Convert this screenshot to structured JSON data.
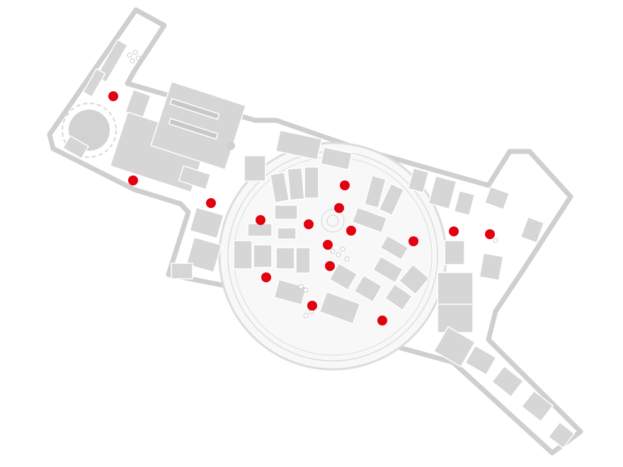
{
  "map": {
    "colors": {
      "background": "#ffffff",
      "street_fill": "#ffffff",
      "street_edge": "#cfcfcf",
      "building": "#d6d6d6",
      "marker": "#e3000f"
    },
    "markers": [
      {
        "id": "poi-1"
      },
      {
        "id": "poi-2"
      },
      {
        "id": "poi-3"
      },
      {
        "id": "poi-4"
      },
      {
        "id": "poi-5"
      },
      {
        "id": "poi-6"
      },
      {
        "id": "poi-7"
      },
      {
        "id": "poi-8"
      },
      {
        "id": "poi-9"
      },
      {
        "id": "poi-10"
      },
      {
        "id": "poi-11"
      },
      {
        "id": "poi-12"
      },
      {
        "id": "poi-13"
      },
      {
        "id": "poi-14"
      },
      {
        "id": "poi-15"
      },
      {
        "id": "poi-16"
      }
    ]
  }
}
